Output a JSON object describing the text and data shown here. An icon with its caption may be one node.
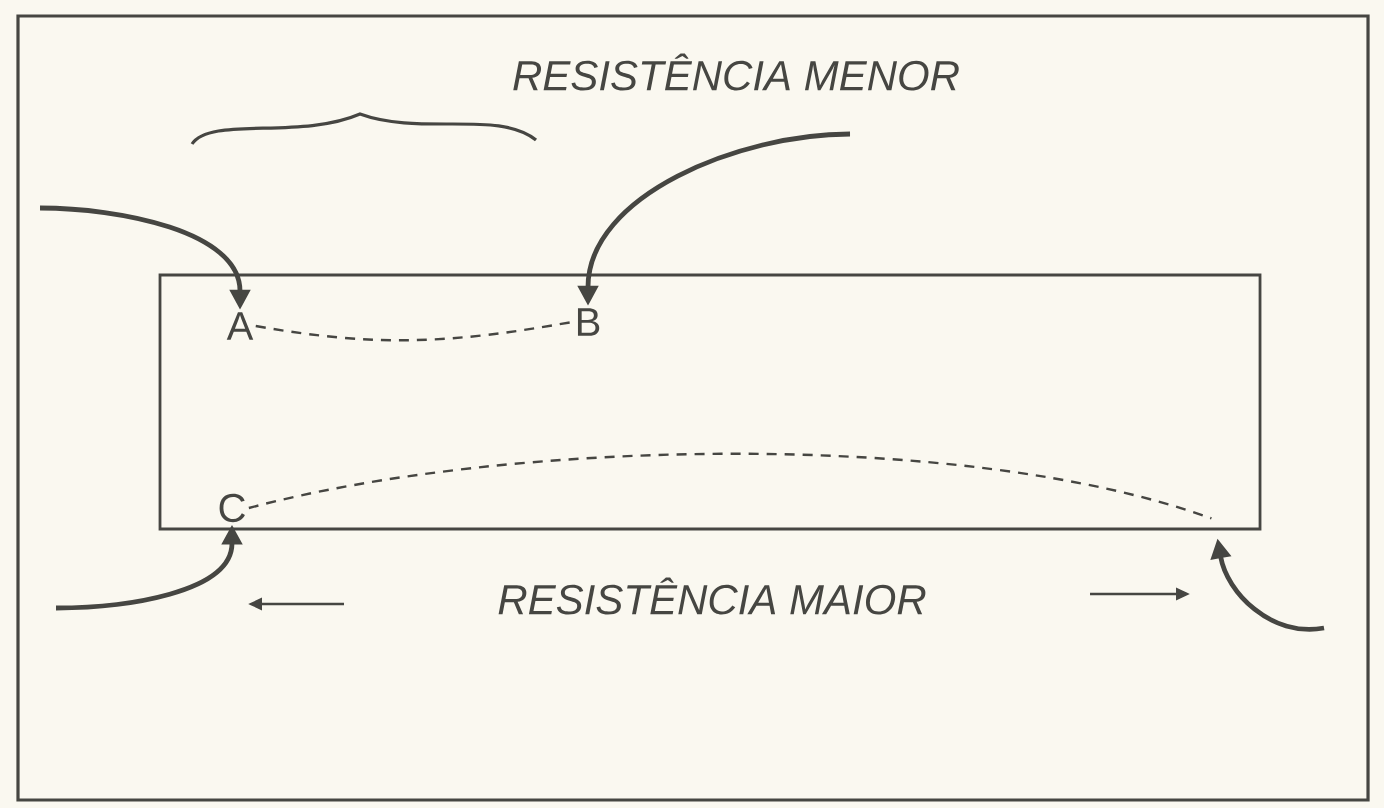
{
  "diagram": {
    "nodes": [
      {
        "text": [],
        "shape": "box"
      },
      {
        "text": [
          "A"
        ],
        "in": 0
      },
      {
        "text": [
          "B"
        ],
        "in": 0
      },
      {
        "text": [
          "C"
        ],
        "in": 0
      }
    ],
    "edges": [
      {
        "from": null,
        "to": 1,
        "arrow": "to"
      },
      {
        "from": null,
        "to": 2,
        "arrow": "to"
      },
      {
        "from": null,
        "to": 3,
        "arrow": "to"
      },
      {
        "from": null,
        "to": 0,
        "arrow": "to"
      },
      {
        "from": 1,
        "to": 2,
        "arrow": "none",
        "style": "dashed"
      },
      {
        "from": 3,
        "to": null,
        "arrow": "none",
        "style": "dashed"
      }
    ],
    "labels": [
      "RESISTÊNCIA MENOR",
      "RESISTÊNCIA MAIOR"
    ]
  }
}
